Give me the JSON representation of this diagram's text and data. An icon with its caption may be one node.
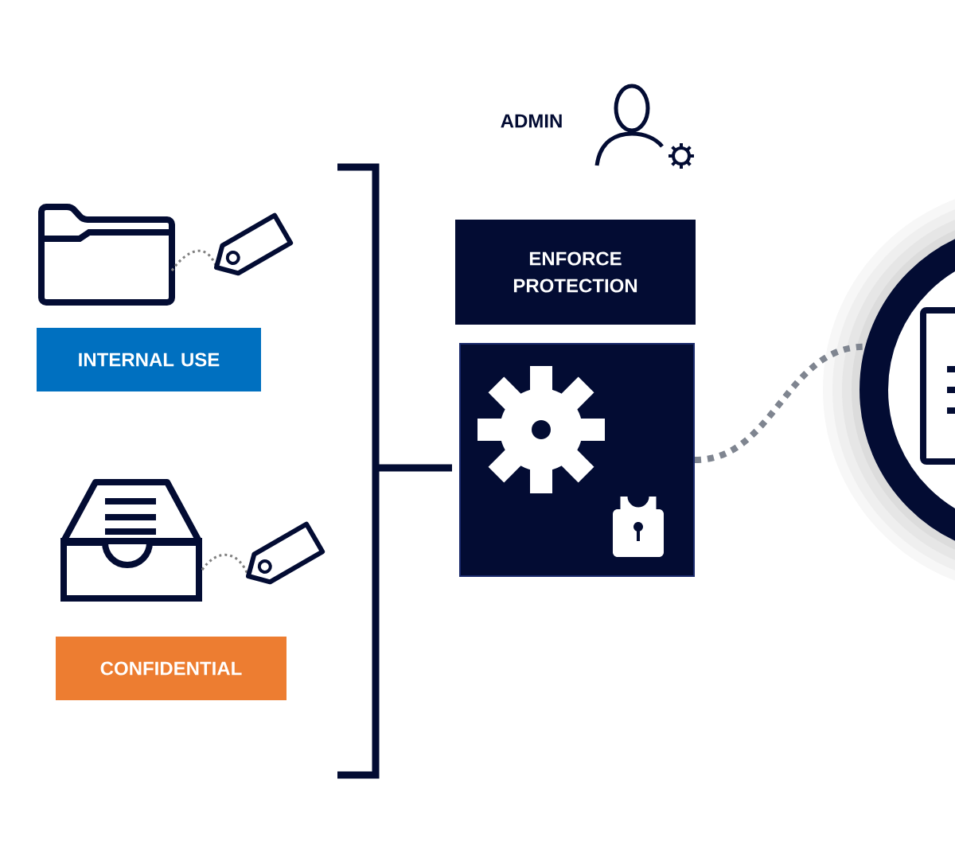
{
  "diagram": {
    "nodes": [
      {
        "text": [
          "INTERNAL USE"
        ]
      },
      {
        "text": [
          "CONFIDENTIAL"
        ]
      },
      {
        "text": [
          "ENFORCE PROTECTION"
        ]
      },
      {
        "text": [],
        "shape": "box"
      },
      {
        "text": [],
        "shape": "circle"
      }
    ],
    "edges": [
      {
        "from": 3,
        "to": 4,
        "arrow": "none",
        "style": "dashed",
        "color": "#7f8590"
      }
    ],
    "labels": [
      "ADMIN"
    ]
  }
}
